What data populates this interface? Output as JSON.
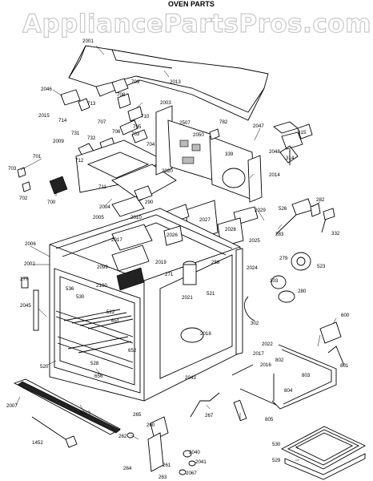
{
  "watermark": "AppliancePartsPros.com",
  "title": "OVEN PARTS",
  "labels": [
    "2001",
    "2013",
    "2046",
    "2015",
    "714",
    "713",
    "707",
    "708",
    "709",
    "710",
    "703",
    "704",
    "705",
    "706",
    "2003",
    "2507",
    "2050",
    "782",
    "2047",
    "315",
    "314",
    "339",
    "2048",
    "2014",
    "2009",
    "731",
    "732",
    "701",
    "703",
    "702",
    "700",
    "712",
    "711",
    "2004",
    "2005",
    "2010",
    "290",
    "2020",
    "2027",
    "2029",
    "526",
    "282",
    "283",
    "332",
    "2006",
    "2002",
    "2017",
    "2026",
    "2028",
    "2025",
    "2099",
    "2019",
    "258",
    "2024",
    "279",
    "523",
    "2100",
    "271",
    "521",
    "277",
    "536",
    "530",
    "522",
    "651",
    "2021",
    "303",
    "280",
    "2045",
    "302",
    "2018",
    "2022",
    "2017",
    "600",
    "652",
    "528",
    "520",
    "650",
    "2016",
    "801",
    "802",
    "803",
    "804",
    "805",
    "2043",
    "2007",
    "2023",
    "265",
    "267",
    "260",
    "262",
    "1452",
    "261",
    "264",
    "263",
    "2040",
    "2041",
    "2067",
    "530",
    "529"
  ]
}
